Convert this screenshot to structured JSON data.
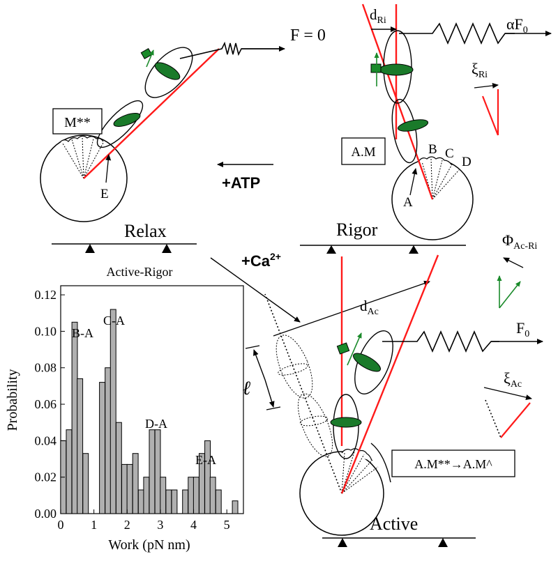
{
  "labels": {
    "force_zero": "F = 0",
    "alpha_f0_a": "αF",
    "alpha_f0_sub": "0",
    "d_ri_main": "d",
    "d_ri_sub": "Ri",
    "xi_ri_main": "ξ",
    "xi_ri_sub": "Ri",
    "m_double_star": "M**",
    "am_box": "A.M",
    "atp": "+ATP",
    "ca": "+Ca",
    "ca_sup": "2+",
    "relax": "Relax",
    "rigor": "Rigor",
    "active": "Active",
    "phi_main": "Φ",
    "phi_sub": "Ac-Ri",
    "d_ac_main": "d",
    "d_ac_sub": "Ac",
    "f0_main": "F",
    "f0_sub": "0",
    "xi_ac_main": "ξ",
    "xi_ac_sub": "Ac",
    "ell": "ℓ",
    "transition_box": "A.M**→A.M^",
    "site_a": "A",
    "site_b": "B",
    "site_c": "C",
    "site_d": "D",
    "site_e": "E"
  },
  "colors": {
    "red": "#ff1a1a",
    "green": "#1a8a2a",
    "dark_green": "#0f6a1f",
    "bar_fill": "#b0b0b0"
  },
  "chart_data": {
    "type": "bar",
    "title": "Active-Rigor",
    "xlabel": "Work (pN nm)",
    "ylabel": "Probability",
    "xlim": [
      0,
      5.5
    ],
    "ylim": [
      0,
      0.125
    ],
    "xticks": [
      "0",
      "1",
      "2",
      "3",
      "4",
      "5"
    ],
    "yticks": [
      "0.00",
      "0.02",
      "0.04",
      "0.06",
      "0.08",
      "0.10",
      "0.12"
    ],
    "bin_width": 0.166,
    "x": [
      0.08,
      0.25,
      0.42,
      0.58,
      0.75,
      1.25,
      1.42,
      1.58,
      1.75,
      1.92,
      2.08,
      2.25,
      2.42,
      2.58,
      2.75,
      2.92,
      3.08,
      3.25,
      3.42,
      3.75,
      3.92,
      4.08,
      4.25,
      4.42,
      4.58,
      4.75,
      5.25
    ],
    "values": [
      0.04,
      0.046,
      0.105,
      0.074,
      0.033,
      0.072,
      0.08,
      0.112,
      0.05,
      0.027,
      0.027,
      0.033,
      0.013,
      0.02,
      0.046,
      0.046,
      0.02,
      0.013,
      0.013,
      0.013,
      0.02,
      0.02,
      0.033,
      0.04,
      0.02,
      0.013,
      0.007
    ],
    "annotations": [
      "B-A",
      "C-A",
      "D-A",
      "E-A"
    ]
  }
}
